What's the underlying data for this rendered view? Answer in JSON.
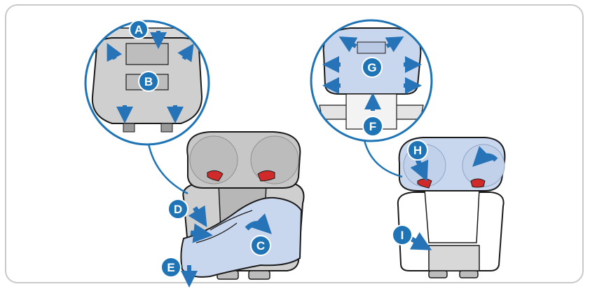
{
  "colors": {
    "marker_fill": "#1f74b5",
    "arrow_fill": "#2673b8",
    "cover_fill": "#c9d7ee",
    "seat_grey": "#cfcfcf",
    "seat_dark": "#a9a9a9",
    "headrest_grey": "#bdbdbd",
    "outline": "#1a1a1a",
    "leader_line": "#1f74b5",
    "red_clip": "#d12a2a"
  },
  "icons": {
    "step_marker": "circled-letter",
    "direction_arrow": "blue-arrow",
    "rotate_arrow": "curved-arrow"
  },
  "markers": {
    "A": "A",
    "B": "B",
    "C": "C",
    "D": "D",
    "E": "E",
    "F": "F",
    "G": "G",
    "H": "H",
    "I": "I"
  }
}
